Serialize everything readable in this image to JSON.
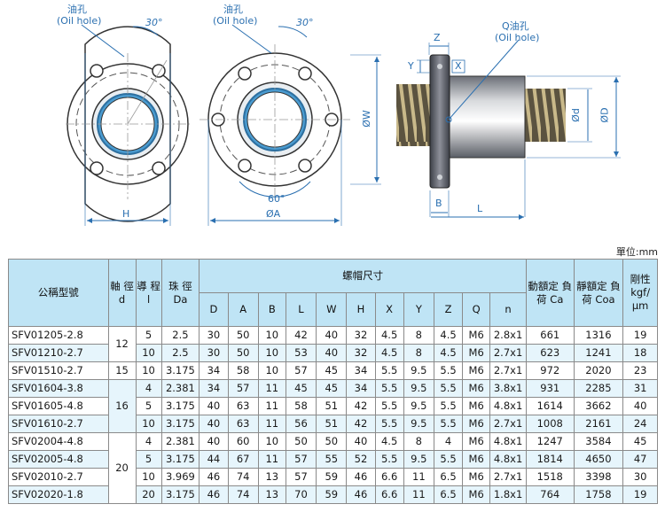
{
  "labels": {
    "oil_hole_1": "油孔",
    "oil_hole_1_en": "(Oil hole)",
    "angle_1": "30°",
    "oil_hole_2": "油孔",
    "oil_hole_2_en": "(Oil hole)",
    "angle_2": "30°",
    "angle_60": "60°",
    "dim_H": "H",
    "dim_A": "ØA",
    "dim_W": "ØW",
    "dim_Z": "Z",
    "dim_Y": "Y",
    "dim_X": "X",
    "q_oil": "Q油孔",
    "q_oil_en": "(Oil hole)",
    "dim_d": "Ød",
    "dim_D": "ØD",
    "dim_B": "B",
    "dim_L": "L"
  },
  "unit_label": "單位:mm",
  "table": {
    "headers": {
      "model": "公稱型號",
      "shaft": "軸\n徑\nd",
      "lead": "導\n程\nl",
      "ball": "珠\n徑\nDa",
      "nut_dims": "螺帽尺寸",
      "sub": [
        "D",
        "A",
        "B",
        "L",
        "W",
        "H",
        "X",
        "Y",
        "Z",
        "Q",
        "n"
      ],
      "dynamic": "動額定\n負荷\nCa",
      "static": "靜額定\n負荷\nCoa",
      "rigidity": "剛性\nkgf/\nμm"
    },
    "rows": [
      {
        "model": "SFV01205-2.8",
        "lead": "5",
        "da": "2.5",
        "D": "30",
        "A": "50",
        "B": "10",
        "L": "42",
        "W": "40",
        "H": "32",
        "X": "4.5",
        "Y": "8",
        "Z": "4.5",
        "Q": "M6",
        "n": "2.8x1",
        "Ca": "661",
        "Coa": "1316",
        "K": "19"
      },
      {
        "model": "SFV01210-2.7",
        "lead": "10",
        "da": "2.5",
        "D": "30",
        "A": "50",
        "B": "10",
        "L": "53",
        "W": "40",
        "H": "32",
        "X": "4.5",
        "Y": "8",
        "Z": "4.5",
        "Q": "M6",
        "n": "2.7x1",
        "Ca": "623",
        "Coa": "1241",
        "K": "18"
      },
      {
        "model": "SFV01510-2.7",
        "lead": "10",
        "da": "3.175",
        "D": "34",
        "A": "58",
        "B": "10",
        "L": "57",
        "W": "45",
        "H": "34",
        "X": "5.5",
        "Y": "9.5",
        "Z": "5.5",
        "Q": "M6",
        "n": "2.7x1",
        "Ca": "972",
        "Coa": "2020",
        "K": "23"
      },
      {
        "model": "SFV01604-3.8",
        "lead": "4",
        "da": "2.381",
        "D": "34",
        "A": "57",
        "B": "11",
        "L": "45",
        "W": "45",
        "H": "34",
        "X": "5.5",
        "Y": "9.5",
        "Z": "5.5",
        "Q": "M6",
        "n": "3.8x1",
        "Ca": "931",
        "Coa": "2285",
        "K": "31"
      },
      {
        "model": "SFV01605-4.8",
        "lead": "5",
        "da": "3.175",
        "D": "40",
        "A": "63",
        "B": "11",
        "L": "58",
        "W": "51",
        "H": "42",
        "X": "5.5",
        "Y": "9.5",
        "Z": "5.5",
        "Q": "M6",
        "n": "4.8x1",
        "Ca": "1614",
        "Coa": "3662",
        "K": "40"
      },
      {
        "model": "SFV01610-2.7",
        "lead": "10",
        "da": "3.175",
        "D": "40",
        "A": "63",
        "B": "11",
        "L": "56",
        "W": "51",
        "H": "42",
        "X": "5.5",
        "Y": "9.5",
        "Z": "5.5",
        "Q": "M6",
        "n": "2.7x1",
        "Ca": "1008",
        "Coa": "2161",
        "K": "24"
      },
      {
        "model": "SFV02004-4.8",
        "lead": "4",
        "da": "2.381",
        "D": "40",
        "A": "60",
        "B": "10",
        "L": "50",
        "W": "50",
        "H": "40",
        "X": "4.5",
        "Y": "8",
        "Z": "4",
        "Q": "M6",
        "n": "4.8x1",
        "Ca": "1247",
        "Coa": "3584",
        "K": "45"
      },
      {
        "model": "SFV02005-4.8",
        "lead": "5",
        "da": "3.175",
        "D": "44",
        "A": "67",
        "B": "11",
        "L": "57",
        "W": "55",
        "H": "52",
        "X": "5.5",
        "Y": "9.5",
        "Z": "5.5",
        "Q": "M6",
        "n": "4.8x1",
        "Ca": "1814",
        "Coa": "4650",
        "K": "47"
      },
      {
        "model": "SFV02010-2.7",
        "lead": "10",
        "da": "3.969",
        "D": "46",
        "A": "74",
        "B": "13",
        "L": "57",
        "W": "59",
        "H": "46",
        "X": "6.6",
        "Y": "11",
        "Z": "6.5",
        "Q": "M6",
        "n": "2.7x1",
        "Ca": "1518",
        "Coa": "3398",
        "K": "30"
      },
      {
        "model": "SFV02020-1.8",
        "lead": "20",
        "da": "3.175",
        "D": "46",
        "A": "74",
        "B": "13",
        "L": "70",
        "W": "59",
        "H": "46",
        "X": "6.6",
        "Y": "11",
        "Z": "6.5",
        "Q": "M6",
        "n": "1.8x1",
        "Ca": "764",
        "Coa": "1758",
        "K": "19"
      }
    ],
    "shaft_groups": [
      {
        "value": "12",
        "span": 2
      },
      {
        "value": "15",
        "span": 1
      },
      {
        "value": "16",
        "span": 3
      },
      {
        "value": "20",
        "span": 4
      }
    ]
  },
  "colors": {
    "header_bg": "#bfe4f5",
    "row_alt": "#e6f5fc",
    "dim_line": "#2a6fb0"
  }
}
